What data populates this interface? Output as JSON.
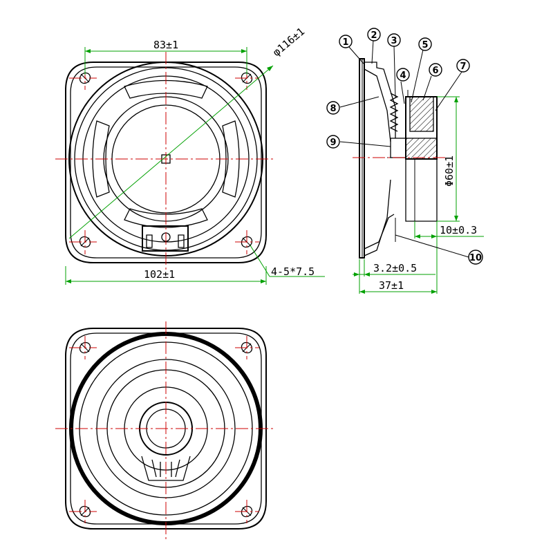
{
  "dimensions": {
    "front_top_width": "83±1",
    "front_diameter": "φ116±1",
    "front_bottom_width": "102±1",
    "mount_holes": "4-5*7.5",
    "magnet_diameter": "Φ60±1",
    "magnet_height": "10±0.3",
    "flange_thickness": "3.2±0.5",
    "total_depth": "37±1"
  },
  "callouts": [
    "1",
    "2",
    "3",
    "4",
    "5",
    "6",
    "7",
    "8",
    "9",
    "10"
  ],
  "colors": {
    "outline": "#000000",
    "center_line": "#cc0000",
    "dimension_line": "#00a000"
  }
}
